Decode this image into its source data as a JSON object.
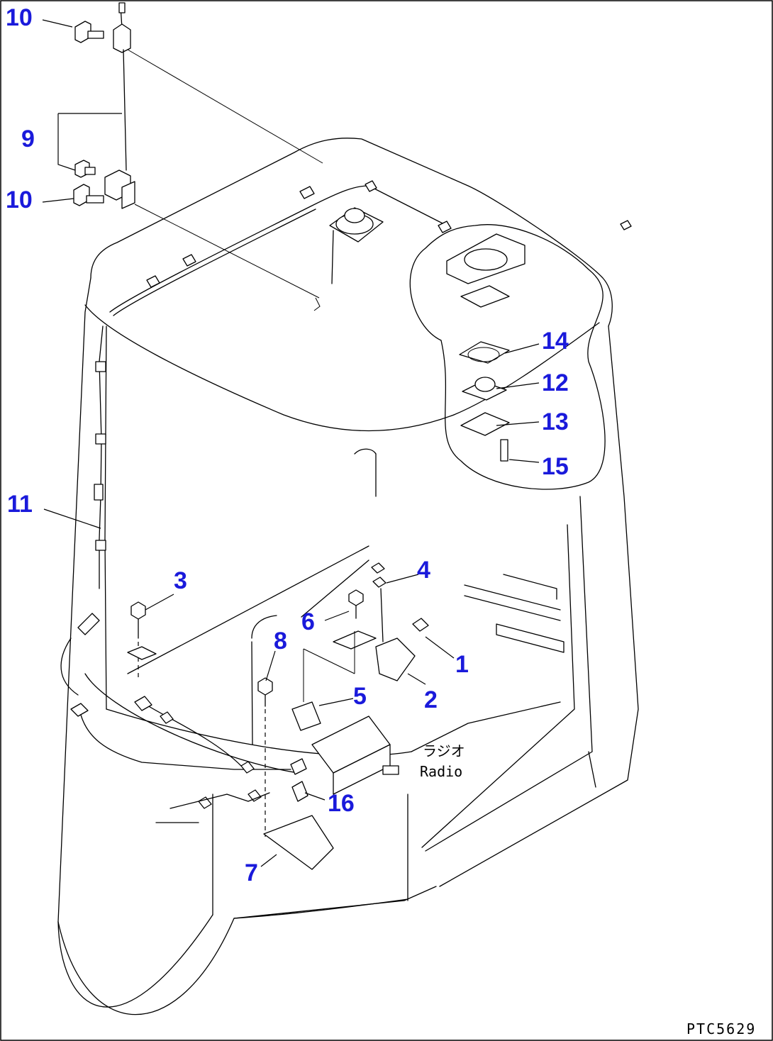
{
  "callouts": [
    {
      "id": "c1",
      "label": "1"
    },
    {
      "id": "c2",
      "label": "2"
    },
    {
      "id": "c3",
      "label": "3"
    },
    {
      "id": "c4",
      "label": "4"
    },
    {
      "id": "c5",
      "label": "5"
    },
    {
      "id": "c6",
      "label": "6"
    },
    {
      "id": "c7",
      "label": "7"
    },
    {
      "id": "c8",
      "label": "8"
    },
    {
      "id": "c9",
      "label": "9"
    },
    {
      "id": "c10a",
      "label": "10"
    },
    {
      "id": "c10b",
      "label": "10"
    },
    {
      "id": "c11",
      "label": "11"
    },
    {
      "id": "c12",
      "label": "12"
    },
    {
      "id": "c13",
      "label": "13"
    },
    {
      "id": "c14",
      "label": "14"
    },
    {
      "id": "c15",
      "label": "15"
    },
    {
      "id": "c16",
      "label": "16"
    }
  ],
  "annotations": {
    "radio_jp": "ラジオ",
    "radio_en": "Radio"
  },
  "drawing_code": "PTC5629",
  "colors": {
    "callout": "#1a1adb",
    "line": "#000000",
    "background": "#ffffff"
  }
}
